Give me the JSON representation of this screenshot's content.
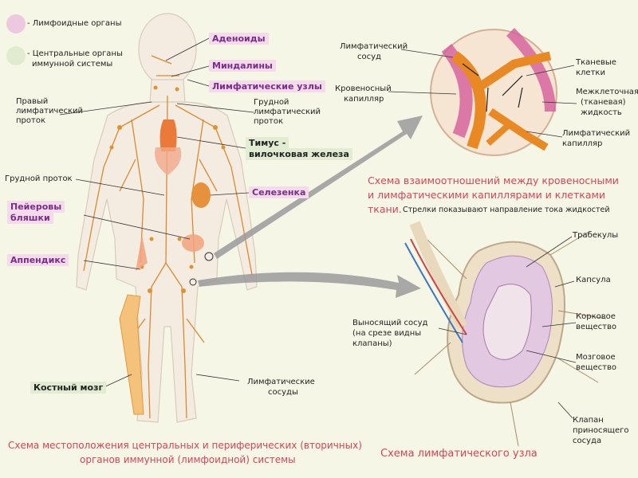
{
  "legend": {
    "lymphoid_organs": "- Лимфоидные органы",
    "central_organs_line1": "- Центральные органы",
    "central_organs_line2": "иммунной системы",
    "pink": "#ecc9df",
    "green": "#e1ebcf"
  },
  "body_labels": {
    "adenoids": "Аденоиды",
    "tonsils": "Миндалины",
    "lymph_nodes": "Лимфатические узлы",
    "right_duct_1": "Правый",
    "right_duct_2": "лимфатический",
    "right_duct_3": "проток",
    "thoracic_duct_1": "Грудной",
    "thoracic_duct_2": "лимфатический",
    "thoracic_duct_3": "проток",
    "thymus_1": "Тимус -",
    "thymus_2": "вилочковая железа",
    "chest_duct": "Грудной проток",
    "spleen": "Селезенка",
    "peyer_1": "Пейеровы",
    "peyer_2": "бляшки",
    "appendix": "Аппендикс",
    "bone_marrow": "Костный мозг",
    "lymph_vessels_1": "Лимфатические",
    "lymph_vessels_2": "сосуды"
  },
  "capillary_labels": {
    "lymph_vessel_1": "Лимфатический",
    "lymph_vessel_2": "сосуд",
    "blood_capillary_1": "Кровеносный",
    "blood_capillary_2": "капилляр",
    "tissue_cells_1": "Тканевые",
    "tissue_cells_2": "клетки",
    "interstitial_1": "Межклеточная",
    "interstitial_2": "(тканевая)",
    "interstitial_3": "жидкость",
    "lymph_capillary_1": "Лимфатический",
    "lymph_capillary_2": "капилляр"
  },
  "capillary_caption": {
    "line1": "Схема взаимоотношений между кровеносными",
    "line2": "и лимфатическими капиллярами и клетками",
    "line3": "ткани.",
    "note": "Стрелки показывают направление тока жидкостей"
  },
  "node_labels": {
    "trabeculae": "Трабекулы",
    "capsule": "Капсула",
    "cortex_1": "Корковое",
    "cortex_2": "вещество",
    "medulla_1": "Мозговое",
    "medulla_2": "вещество",
    "efferent_1": "Выносящий сосуд",
    "efferent_2": "(на срезе видны",
    "efferent_3": "клапаны)",
    "valve_1": "Клапан",
    "valve_2": "приносящего",
    "valve_3": "сосуда"
  },
  "captions": {
    "body_line1": "Схема местоположения центральных и периферических (вторичных)",
    "body_line2": "органов иммунной (лимфоидной) системы",
    "node": "Схема лимфатического узла"
  },
  "colors": {
    "caption_red": "#d64556",
    "lymph_orange": "#e2852a",
    "skin": "#f4ece0"
  }
}
